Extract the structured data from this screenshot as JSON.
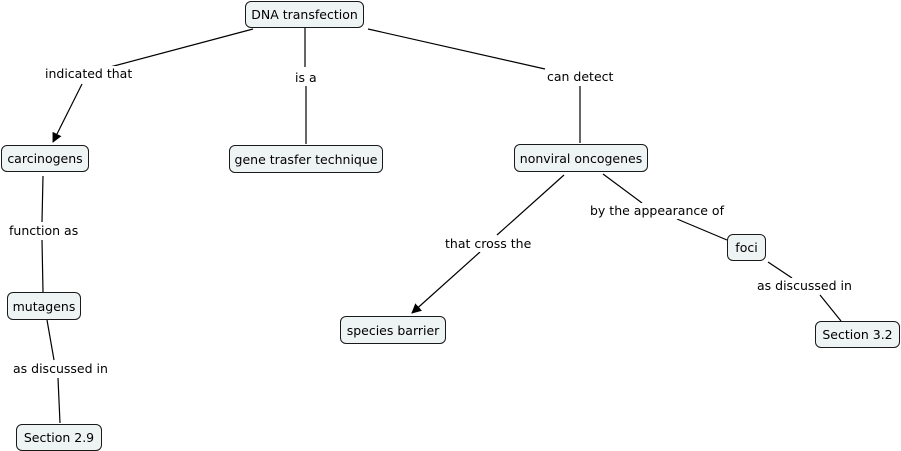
{
  "nodes": {
    "dna_transfection": "DNA transfection",
    "carcinogens": "carcinogens",
    "gene_transfer_technique": "gene trasfer technique",
    "nonviral_oncogenes": "nonviral oncogenes",
    "mutagens": "mutagens",
    "section_2_9": "Section 2.9",
    "species_barrier": "species barrier",
    "foci": "foci",
    "section_3_2": "Section 3.2"
  },
  "links": {
    "indicated_that": "indicated that",
    "is_a": "is a",
    "can_detect": "can detect",
    "function_as": "function as",
    "as_discussed_in_left": "as discussed in",
    "that_cross_the": "that cross the",
    "by_the_appearance_of": "by the appearance of",
    "as_discussed_in_right": "as discussed in"
  },
  "colors": {
    "node_fill": "#eef3f4",
    "node_border": "#1a1a1a",
    "line": "#000000",
    "background": "#ffffff"
  }
}
